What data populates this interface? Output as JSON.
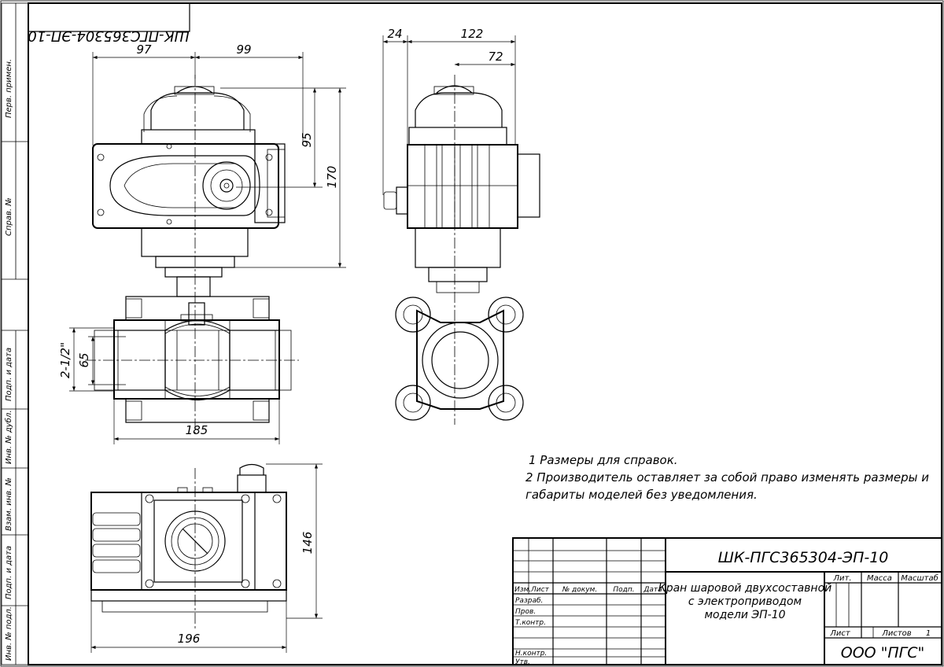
{
  "stamp_code_mirrored": "ШК-ПГС365304-ЭП-10",
  "side_labels": [
    "Перв. примен.",
    "Справ. №",
    "Подп. и дата",
    "Инв. № дубл.",
    "Взам. инв. №",
    "Подп. и дата",
    "Инв. № подл."
  ],
  "dimensions": {
    "front_left": "97",
    "front_right": "99",
    "front_height_upper": "95",
    "front_height_total": "170",
    "port_size": "2-1/2\"",
    "port_bore": "65",
    "body_length": "185",
    "side_offset": "24",
    "side_width": "122",
    "side_half": "72",
    "top_height": "146",
    "top_length": "196"
  },
  "notes": [
    "1 Размеры для справок.",
    "2 Производитель оставляет за собой право изменять размеры и",
    "габариты моделей без уведомления."
  ],
  "title_block": {
    "designation": "ШК-ПГС365304-ЭП-10",
    "name_lines": [
      "Кран шаровой двухсоставной",
      "с электроприводом",
      "модели ЭП-10"
    ],
    "col_headers": [
      "Изм.",
      "Лист",
      "№ докум.",
      "Подп.",
      "Дата"
    ],
    "roles": [
      "Разраб.",
      "Пров.",
      "Т.контр.",
      "Н.контр.",
      "Утв."
    ],
    "lit_label": "Лит.",
    "mass_label": "Масса",
    "scale_label": "Масштаб",
    "sheet_label": "Лист",
    "sheets_label": "Листов",
    "sheets_value": "1",
    "company": "ООО \"ПГС\""
  }
}
